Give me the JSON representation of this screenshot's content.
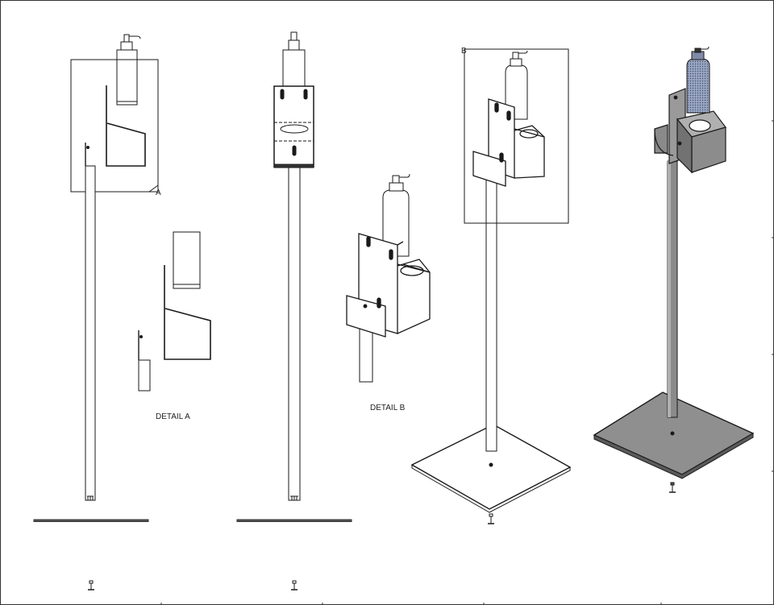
{
  "drawing": {
    "detail_a_marker": "A",
    "detail_b_marker": "B",
    "detail_a_caption": "DETAIL A",
    "detail_b_caption": "DETAIL B"
  },
  "colors": {
    "line": "#1a1a1a",
    "shaded_metal": "#8f8f8f",
    "bottle_blue": "#8d9bb8"
  }
}
